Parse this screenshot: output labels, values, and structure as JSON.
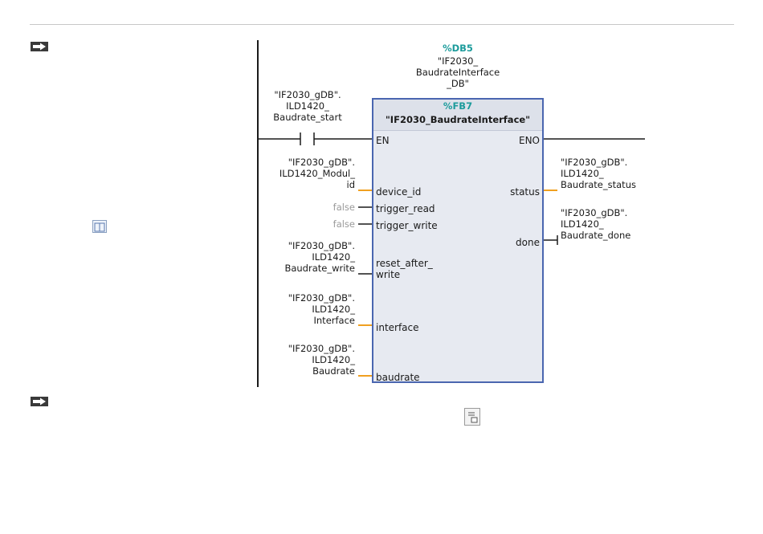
{
  "network_icons": {
    "arrow": "network-arrow-icon",
    "box": "block-icon",
    "info": "info-box-icon"
  },
  "instance": {
    "db": "%DB5",
    "name_lines": [
      "\"IF2030_",
      "BaudrateInterface",
      "_DB\""
    ]
  },
  "block": {
    "fb": "%FB7",
    "name": "\"IF2030_BaudrateInterface\""
  },
  "contact": {
    "label_lines": [
      "\"IF2030_gDB\".",
      "ILD1420_",
      "Baudrate_start"
    ]
  },
  "inputs": [
    {
      "pin": "EN"
    },
    {
      "pin": "device_id",
      "operand_lines": [
        "\"IF2030_gDB\".",
        "ILD1420_Modul_",
        "id"
      ]
    },
    {
      "pin": "trigger_read",
      "operand_lines": [
        "false"
      ]
    },
    {
      "pin": "trigger_write",
      "operand_lines": [
        "false"
      ]
    },
    {
      "pin_lines": [
        "reset_after_",
        "write"
      ],
      "operand_lines": [
        "\"IF2030_gDB\".",
        "ILD1420_",
        "Baudrate_write"
      ]
    },
    {
      "pin": "interface",
      "operand_lines": [
        "\"IF2030_gDB\".",
        "ILD1420_",
        "Interface"
      ]
    },
    {
      "pin": "baudrate",
      "operand_lines": [
        "\"IF2030_gDB\".",
        "ILD1420_",
        "Baudrate"
      ]
    }
  ],
  "outputs": [
    {
      "pin": "ENO"
    },
    {
      "pin": "status",
      "operand_lines": [
        "\"IF2030_gDB\".",
        "ILD1420_",
        "Baudrate_status"
      ]
    },
    {
      "pin": "done",
      "operand_lines": [
        "\"IF2030_gDB\".",
        "ILD1420_",
        "Baudrate_done"
      ]
    }
  ],
  "colors": {
    "wire": "#1a1a1a",
    "operand_line": "#f0a020",
    "block_border": "#4a66b0",
    "block_fill": "#e7eaf1",
    "teal": "#1d9c9c"
  }
}
